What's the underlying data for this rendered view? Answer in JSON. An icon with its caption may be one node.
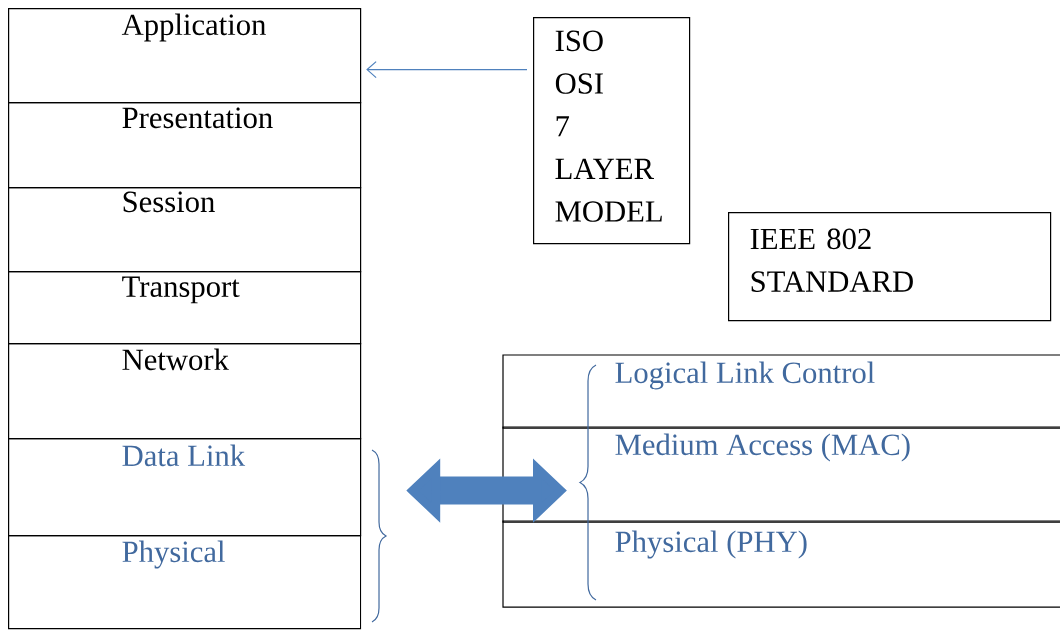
{
  "diagram": {
    "nodes": [
      {
        "text": [
          "Application"
        ]
      },
      {
        "text": [
          "Presentation"
        ]
      },
      {
        "text": [
          "Session"
        ]
      },
      {
        "text": [
          "Transport"
        ]
      },
      {
        "text": [
          "Network"
        ]
      },
      {
        "text": [
          "Data Link"
        ]
      },
      {
        "text": [
          "Physical"
        ]
      },
      {
        "text": [
          "ISO OSI 7 LAYER MODEL"
        ]
      },
      {
        "text": [
          "IEEE 802 STANDARD"
        ]
      },
      {
        "text": [
          "Logical Link Control"
        ]
      },
      {
        "text": [
          "Medium Access (MAC)"
        ]
      },
      {
        "text": [
          "Physical (PHY)"
        ]
      }
    ],
    "edges": [
      {
        "from": 7,
        "to": 0,
        "arrow": "to"
      },
      {
        "from": 5,
        "to": 10,
        "arrow": "both",
        "style": "thick"
      }
    ]
  }
}
